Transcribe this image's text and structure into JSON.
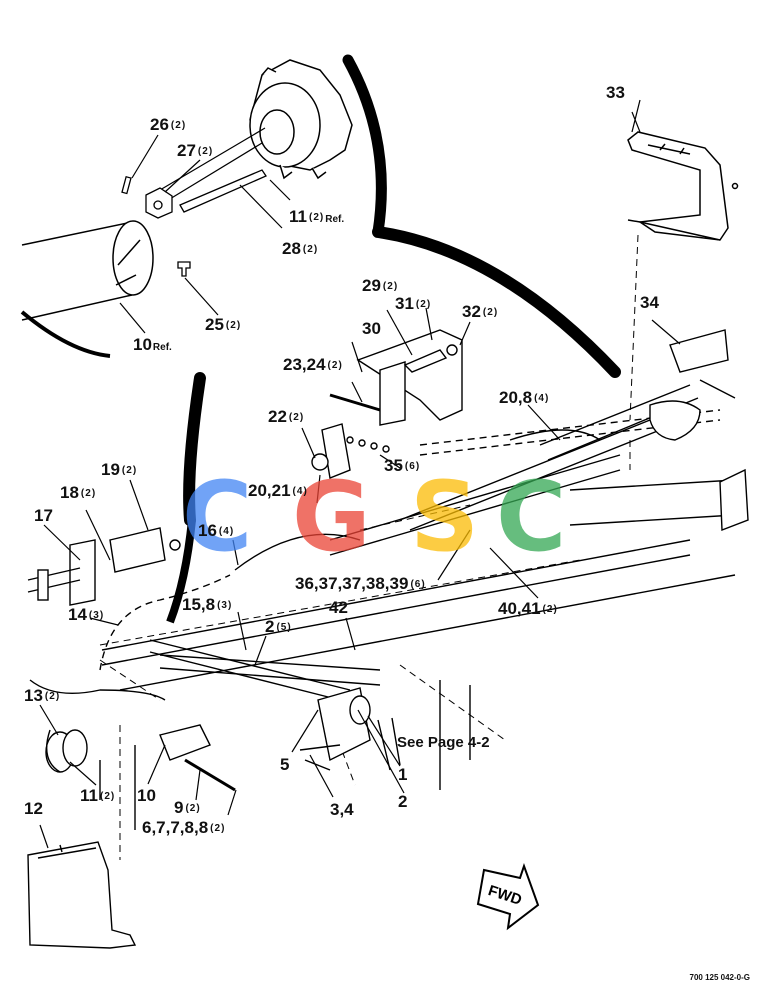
{
  "diagram": {
    "callouts": [
      {
        "id": "c33",
        "num": "33",
        "qty": ""
      },
      {
        "id": "c26",
        "num": "26",
        "qty": "(2)"
      },
      {
        "id": "c27",
        "num": "27",
        "qty": "(2)"
      },
      {
        "id": "c11a",
        "num": "11",
        "qty": "(2)",
        "ref": "Ref."
      },
      {
        "id": "c28",
        "num": "28",
        "qty": "(2)"
      },
      {
        "id": "c25",
        "num": "25",
        "qty": "(2)"
      },
      {
        "id": "c10a",
        "num": "10",
        "qty": "",
        "ref": "Ref."
      },
      {
        "id": "c29",
        "num": "29",
        "qty": "(2)"
      },
      {
        "id": "c31",
        "num": "31",
        "qty": "(2)"
      },
      {
        "id": "c32",
        "num": "32",
        "qty": "(2)"
      },
      {
        "id": "c34",
        "num": "34",
        "qty": ""
      },
      {
        "id": "c30",
        "num": "30",
        "qty": ""
      },
      {
        "id": "c2324",
        "num": "23,24",
        "qty": "(2)"
      },
      {
        "id": "c208",
        "num": "20,8",
        "qty": "(4)"
      },
      {
        "id": "c22",
        "num": "22",
        "qty": "(2)"
      },
      {
        "id": "c35",
        "num": "35",
        "qty": "(6)"
      },
      {
        "id": "c19",
        "num": "19",
        "qty": "(2)"
      },
      {
        "id": "c18",
        "num": "18",
        "qty": "(2)"
      },
      {
        "id": "c2021",
        "num": "20,21",
        "qty": "(4)"
      },
      {
        "id": "c17",
        "num": "17",
        "qty": ""
      },
      {
        "id": "c16",
        "num": "16",
        "qty": "(4)"
      },
      {
        "id": "c3639",
        "num": "36,37,37,38,39",
        "qty": "(6)"
      },
      {
        "id": "c4041",
        "num": "40,41",
        "qty": "(2)"
      },
      {
        "id": "c14",
        "num": "14",
        "qty": "(3)"
      },
      {
        "id": "c158",
        "num": "15,8",
        "qty": "(3)"
      },
      {
        "id": "c2",
        "num": "2",
        "qty": "(5)"
      },
      {
        "id": "c42",
        "num": "42",
        "qty": ""
      },
      {
        "id": "c13",
        "num": "13",
        "qty": "(2)"
      },
      {
        "id": "c5",
        "num": "5",
        "qty": ""
      },
      {
        "id": "c1",
        "num": "1",
        "qty": ""
      },
      {
        "id": "c2b",
        "num": "2",
        "qty": ""
      },
      {
        "id": "c34b",
        "num": "3,4",
        "qty": ""
      },
      {
        "id": "c11b",
        "num": "11",
        "qty": "(2)"
      },
      {
        "id": "c10b",
        "num": "10",
        "qty": ""
      },
      {
        "id": "c9",
        "num": "9",
        "qty": "(2)"
      },
      {
        "id": "c6788",
        "num": "6,7,7,8,8",
        "qty": "(2)"
      },
      {
        "id": "c12",
        "num": "12",
        "qty": ""
      }
    ],
    "see_page": "See Page 4-2",
    "fwd": "FWD",
    "drawing_number": "700 125 042-0-G",
    "watermark": {
      "letters": [
        "C",
        "G",
        "S",
        "C"
      ],
      "colors": [
        "#4285f4",
        "#ea4335",
        "#fbbc05",
        "#34a853"
      ]
    }
  }
}
